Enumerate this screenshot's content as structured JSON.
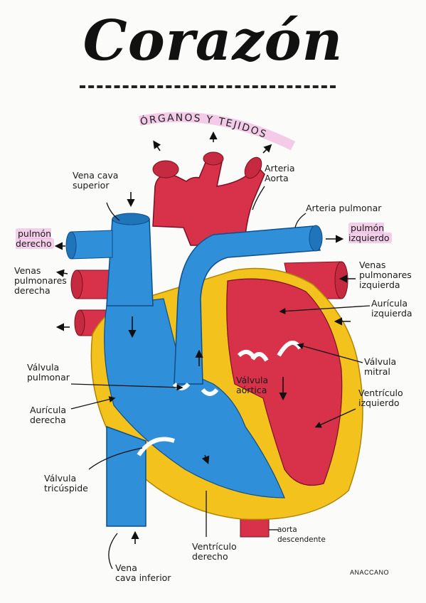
{
  "title": "Corazón",
  "subtitle": "ÓRGANOS Y TEJIDOS",
  "signature": "ANACCANO",
  "colors": {
    "oxygenated": "#d8324a",
    "deoxygenated": "#2f8fd8",
    "myocardium": "#f4c21d",
    "ink": "#1a1a1a",
    "highlight": "#eeaadc"
  },
  "labels": {
    "vena_cava_superior": "Vena cava\nsuperior",
    "arteria_aorta": "Arteria\nAorta",
    "arteria_pulmonar": "Arteria pulmonar",
    "pulmon_derecho": "pulmón\nderecho",
    "pulmon_izquierdo": "pulmón\nizquierdo",
    "venas_pulmonares_derecha": "Venas\npulmonares\nderecha",
    "venas_pulmonares_izquierda": "Venas\npulmonares\nizquierda",
    "auricula_izquierda": "Aurícula\nizquierda",
    "valvula_mitral": "Válvula\nmitral",
    "ventriculo_izquierdo": "Ventrículo\nizquierdo",
    "valvula_pulmonar": "Válvula\npulmonar",
    "valvula_aortica": "Válvula\naórtica",
    "auricula_derecha": "Aurícula\nderecha",
    "valvula_tricuspide": "Válvula\ntricúspide",
    "ventriculo_derecho": "Ventrículo\nderecho",
    "aorta_descendente": "aorta\ndescendente",
    "vena_cava_inferior": "Vena\ncava  inferior"
  }
}
